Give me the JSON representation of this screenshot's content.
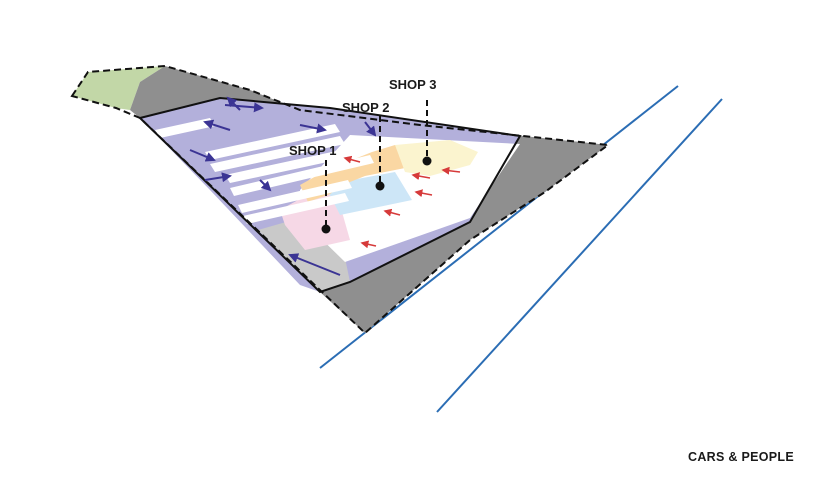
{
  "labels": {
    "shop1": "SHOP 1",
    "shop2": "SHOP 2",
    "shop3": "SHOP 3",
    "caption": "CARS & PEOPLE"
  },
  "colors": {
    "parking": "#b3b0db",
    "road": "#8f8f8f",
    "green": "#c2d7a7",
    "shop1": "#f6d8e6",
    "shop2_orange": "#fad7a3",
    "shop2_blue": "#cde6f7",
    "shop3": "#fbf4cf",
    "car_arrow": "#3b3494",
    "people_arrow": "#d63a3a",
    "river": "#2b6db4"
  }
}
